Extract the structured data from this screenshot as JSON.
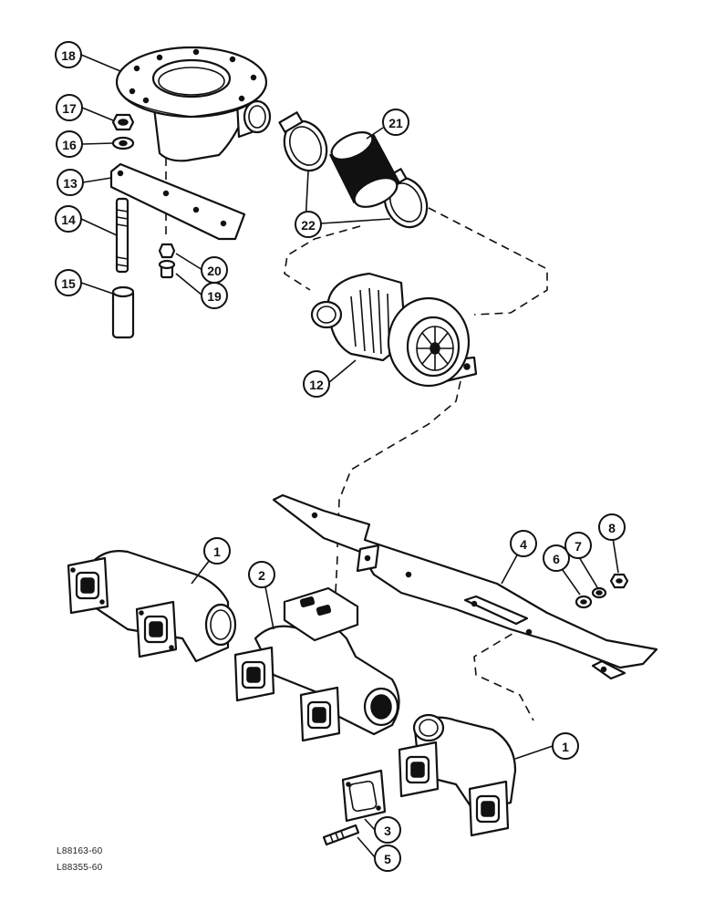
{
  "callouts": [
    "18",
    "17",
    "16",
    "13",
    "14",
    "15",
    "21",
    "22",
    "20",
    "19",
    "12",
    "1",
    "2",
    "4",
    "6",
    "7",
    "8",
    "1",
    "3",
    "5"
  ],
  "references": [
    "L88163-60",
    "L88355-60"
  ]
}
